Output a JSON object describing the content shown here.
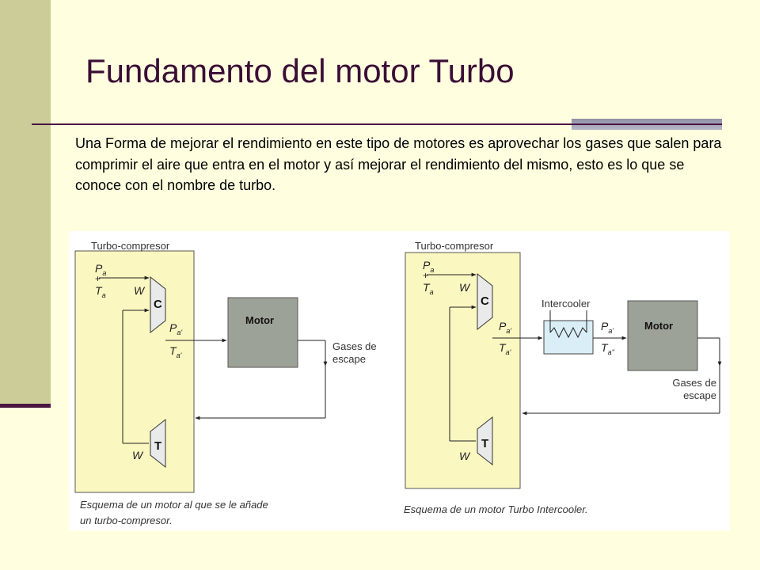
{
  "slide": {
    "title": "Fundamento del motor Turbo",
    "body": "Una Forma de mejorar el rendimiento en este tipo de motores es aprovechar los gases que salen para comprimir el aire que entra en el motor y así mejorar el rendimiento del mismo, esto es lo que se conoce con el nombre de turbo.",
    "colors": {
      "title": "#3a0e36",
      "side_band": "#cccc99",
      "background": "#ffffe0",
      "panel": "#fbf7c0",
      "engine": "#9da299"
    }
  },
  "diagram_left": {
    "turbo_label": "Turbo-compresor",
    "pa": "P",
    "pa_sub": "a",
    "plus": "+",
    "ta": "T",
    "ta_sub": "a",
    "w_top": "W",
    "compressor": "C",
    "pa1": "P",
    "pa1_sub": "a'",
    "ta1": "T",
    "ta1_sub": "a'",
    "engine": "Motor",
    "exhaust_line1": "Gases de",
    "exhaust_line2": "escape",
    "turbine": "T",
    "w_bottom": "W",
    "caption_line1": "Esquema de un motor al que se le añade",
    "caption_line2": "un turbo-compresor."
  },
  "diagram_right": {
    "turbo_label": "Turbo-compresor",
    "pa": "P",
    "pa_sub": "a",
    "plus": "+",
    "ta": "T",
    "ta_sub": "a",
    "w_top": "W",
    "compressor": "C",
    "intercooler": "Intercooler",
    "pa1": "P",
    "pa1_sub": "a'",
    "ta1": "T",
    "ta1_sub": "a'",
    "pa2": "P",
    "pa2_sub": "a'",
    "ta2": "T",
    "ta2_sub": "a''",
    "engine": "Motor",
    "exhaust_line1": "Gases de",
    "exhaust_line2": "escape",
    "turbine": "T",
    "w_bottom": "W",
    "caption": "Esquema de un motor Turbo Intercooler."
  }
}
